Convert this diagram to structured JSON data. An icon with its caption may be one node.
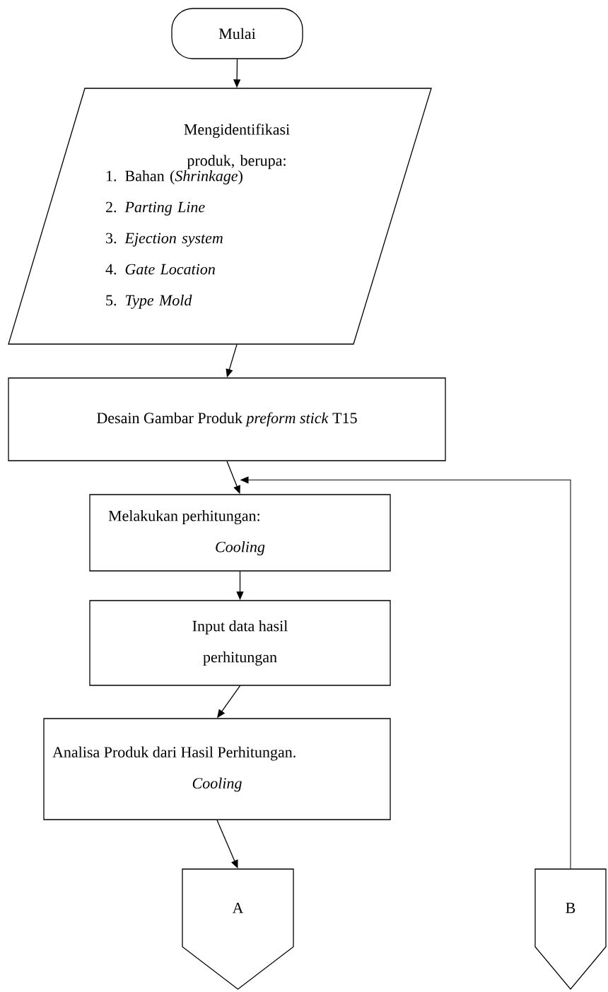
{
  "diagram": {
    "nodes": [
      {
        "text": [
          "Mulai"
        ]
      },
      {
        "text": [
          "Mengidentifikasi produk, berupa:",
          "1. Bahan (*Shrinkage*)",
          "2. *Parting Line*",
          "3. *Ejection system*",
          "4. *Gate Location*",
          "5. *Type Mold*"
        ]
      },
      {
        "text": [
          "Desain Gambar  Produk *preform stick* T15"
        ]
      },
      {
        "text": [
          "Melakukan perhitungan:",
          "Cooling"
        ]
      },
      {
        "text": [
          "Input data hasil perhitungan"
        ]
      },
      {
        "text": [
          "Analisa Produk dari Hasil Perhitungan.",
          "Cooling"
        ]
      },
      {
        "text": [
          "A"
        ]
      },
      {
        "text": [
          "B"
        ]
      }
    ],
    "edges": [
      {
        "from": 0,
        "to": 1,
        "arrow": "to"
      },
      {
        "from": 1,
        "to": 2,
        "arrow": "to"
      },
      {
        "from": 2,
        "to": 3,
        "arrow": "to"
      },
      {
        "from": 3,
        "to": 4,
        "arrow": "to"
      },
      {
        "from": 4,
        "to": 5,
        "arrow": "to"
      },
      {
        "from": 5,
        "to": 6,
        "arrow": "to"
      },
      {
        "from": 7,
        "to": 3,
        "arrow": "to"
      }
    ]
  }
}
